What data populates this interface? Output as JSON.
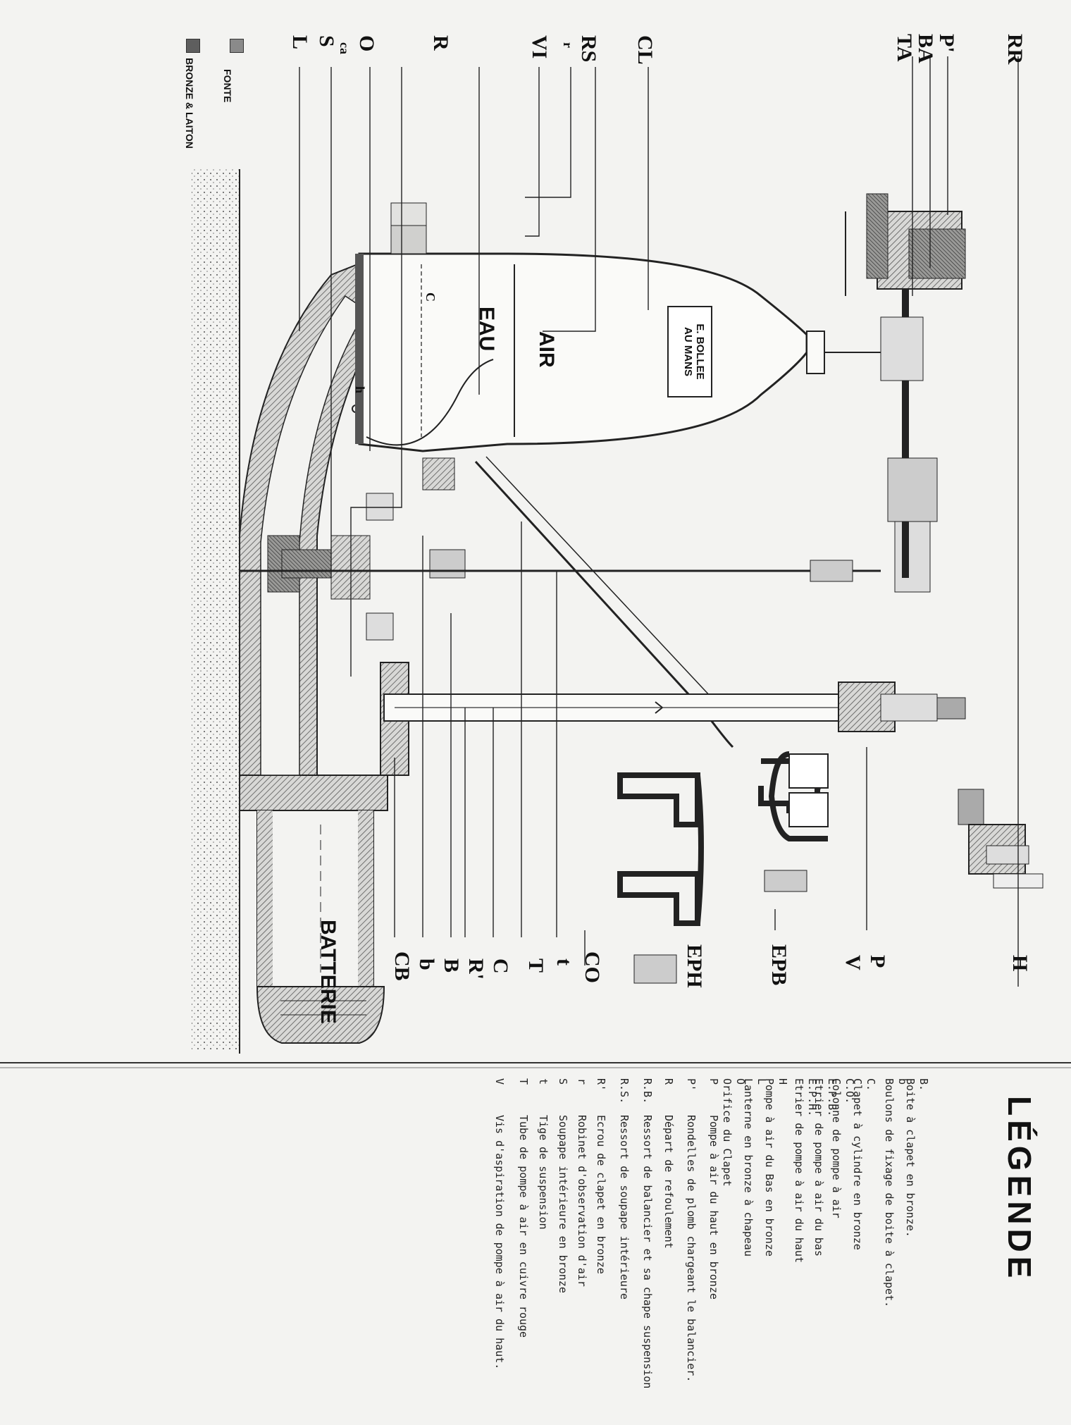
{
  "labels_top": [
    "RR",
    "P'",
    "BA",
    "TA"
  ],
  "labels_left": [
    "CL",
    "RS",
    "r",
    "VI",
    "R",
    "O",
    "ca",
    "S",
    "L"
  ],
  "labels_right": [
    "H",
    "P",
    "V",
    "EPB",
    "EPH",
    "CO",
    "t",
    "T",
    "C",
    "R'",
    "B",
    "b",
    "CB"
  ],
  "body_labels": {
    "air": "AIR",
    "eau": "EAU",
    "batterie": "BATTERIE",
    "h": "h",
    "c": "C"
  },
  "nameplate": {
    "line1": "E. BOLLEE",
    "line2": "AU MANS"
  },
  "materials": [
    {
      "label": "FONTE",
      "color": "#8a8a8a"
    },
    {
      "label": "BRONZE & LAITON",
      "color": "#5e5e5e"
    }
  ],
  "legend": {
    "title": "LÉGENDE",
    "items": [
      {
        "code": "B.",
        "desc": "Boite à clapet en bronze."
      },
      {
        "code": "b",
        "desc": "Boulons de fixage de boite à clapet."
      },
      {
        "code": "C.",
        "desc": "Clapet à cylindre en bronze"
      },
      {
        "code": "C.O.",
        "desc": "Colonne de pompe à air"
      },
      {
        "code": "E.P.B.",
        "desc": "Etrier de pompe à air du bas"
      },
      {
        "code": "E.P.H.",
        "desc": "Etrier de pompe à air du haut"
      },
      {
        "code": "H",
        "desc": "Pompe à air du Bas en bronze"
      },
      {
        "code": "L",
        "desc": "Lanterne en bronze à chapeau"
      },
      {
        "code": "O",
        "desc": "Orifice du Clapet"
      },
      {
        "code": "P",
        "desc": "Pompe à air du haut en bronze"
      },
      {
        "code": "P'",
        "desc": "Rondelles de plomb chargeant le balancier."
      },
      {
        "code": "R",
        "desc": "Départ de refoulement"
      },
      {
        "code": "R.B.",
        "desc": "Ressort de balancier et sa chape suspension"
      },
      {
        "code": "R.S.",
        "desc": "Ressort de soupape intérieure"
      },
      {
        "code": "R'",
        "desc": "Ecrou de clapet en bronze"
      },
      {
        "code": "r",
        "desc": "Robinet d'observation d'air"
      },
      {
        "code": "S",
        "desc": "Soupape intérieure en bronze"
      },
      {
        "code": "t",
        "desc": "Tige de suspension"
      },
      {
        "code": "T",
        "desc": "Tube de pompe à air en cuivre rouge"
      },
      {
        "code": "V",
        "desc": "Vis d'aspiration de pompe à air du haut."
      }
    ]
  }
}
